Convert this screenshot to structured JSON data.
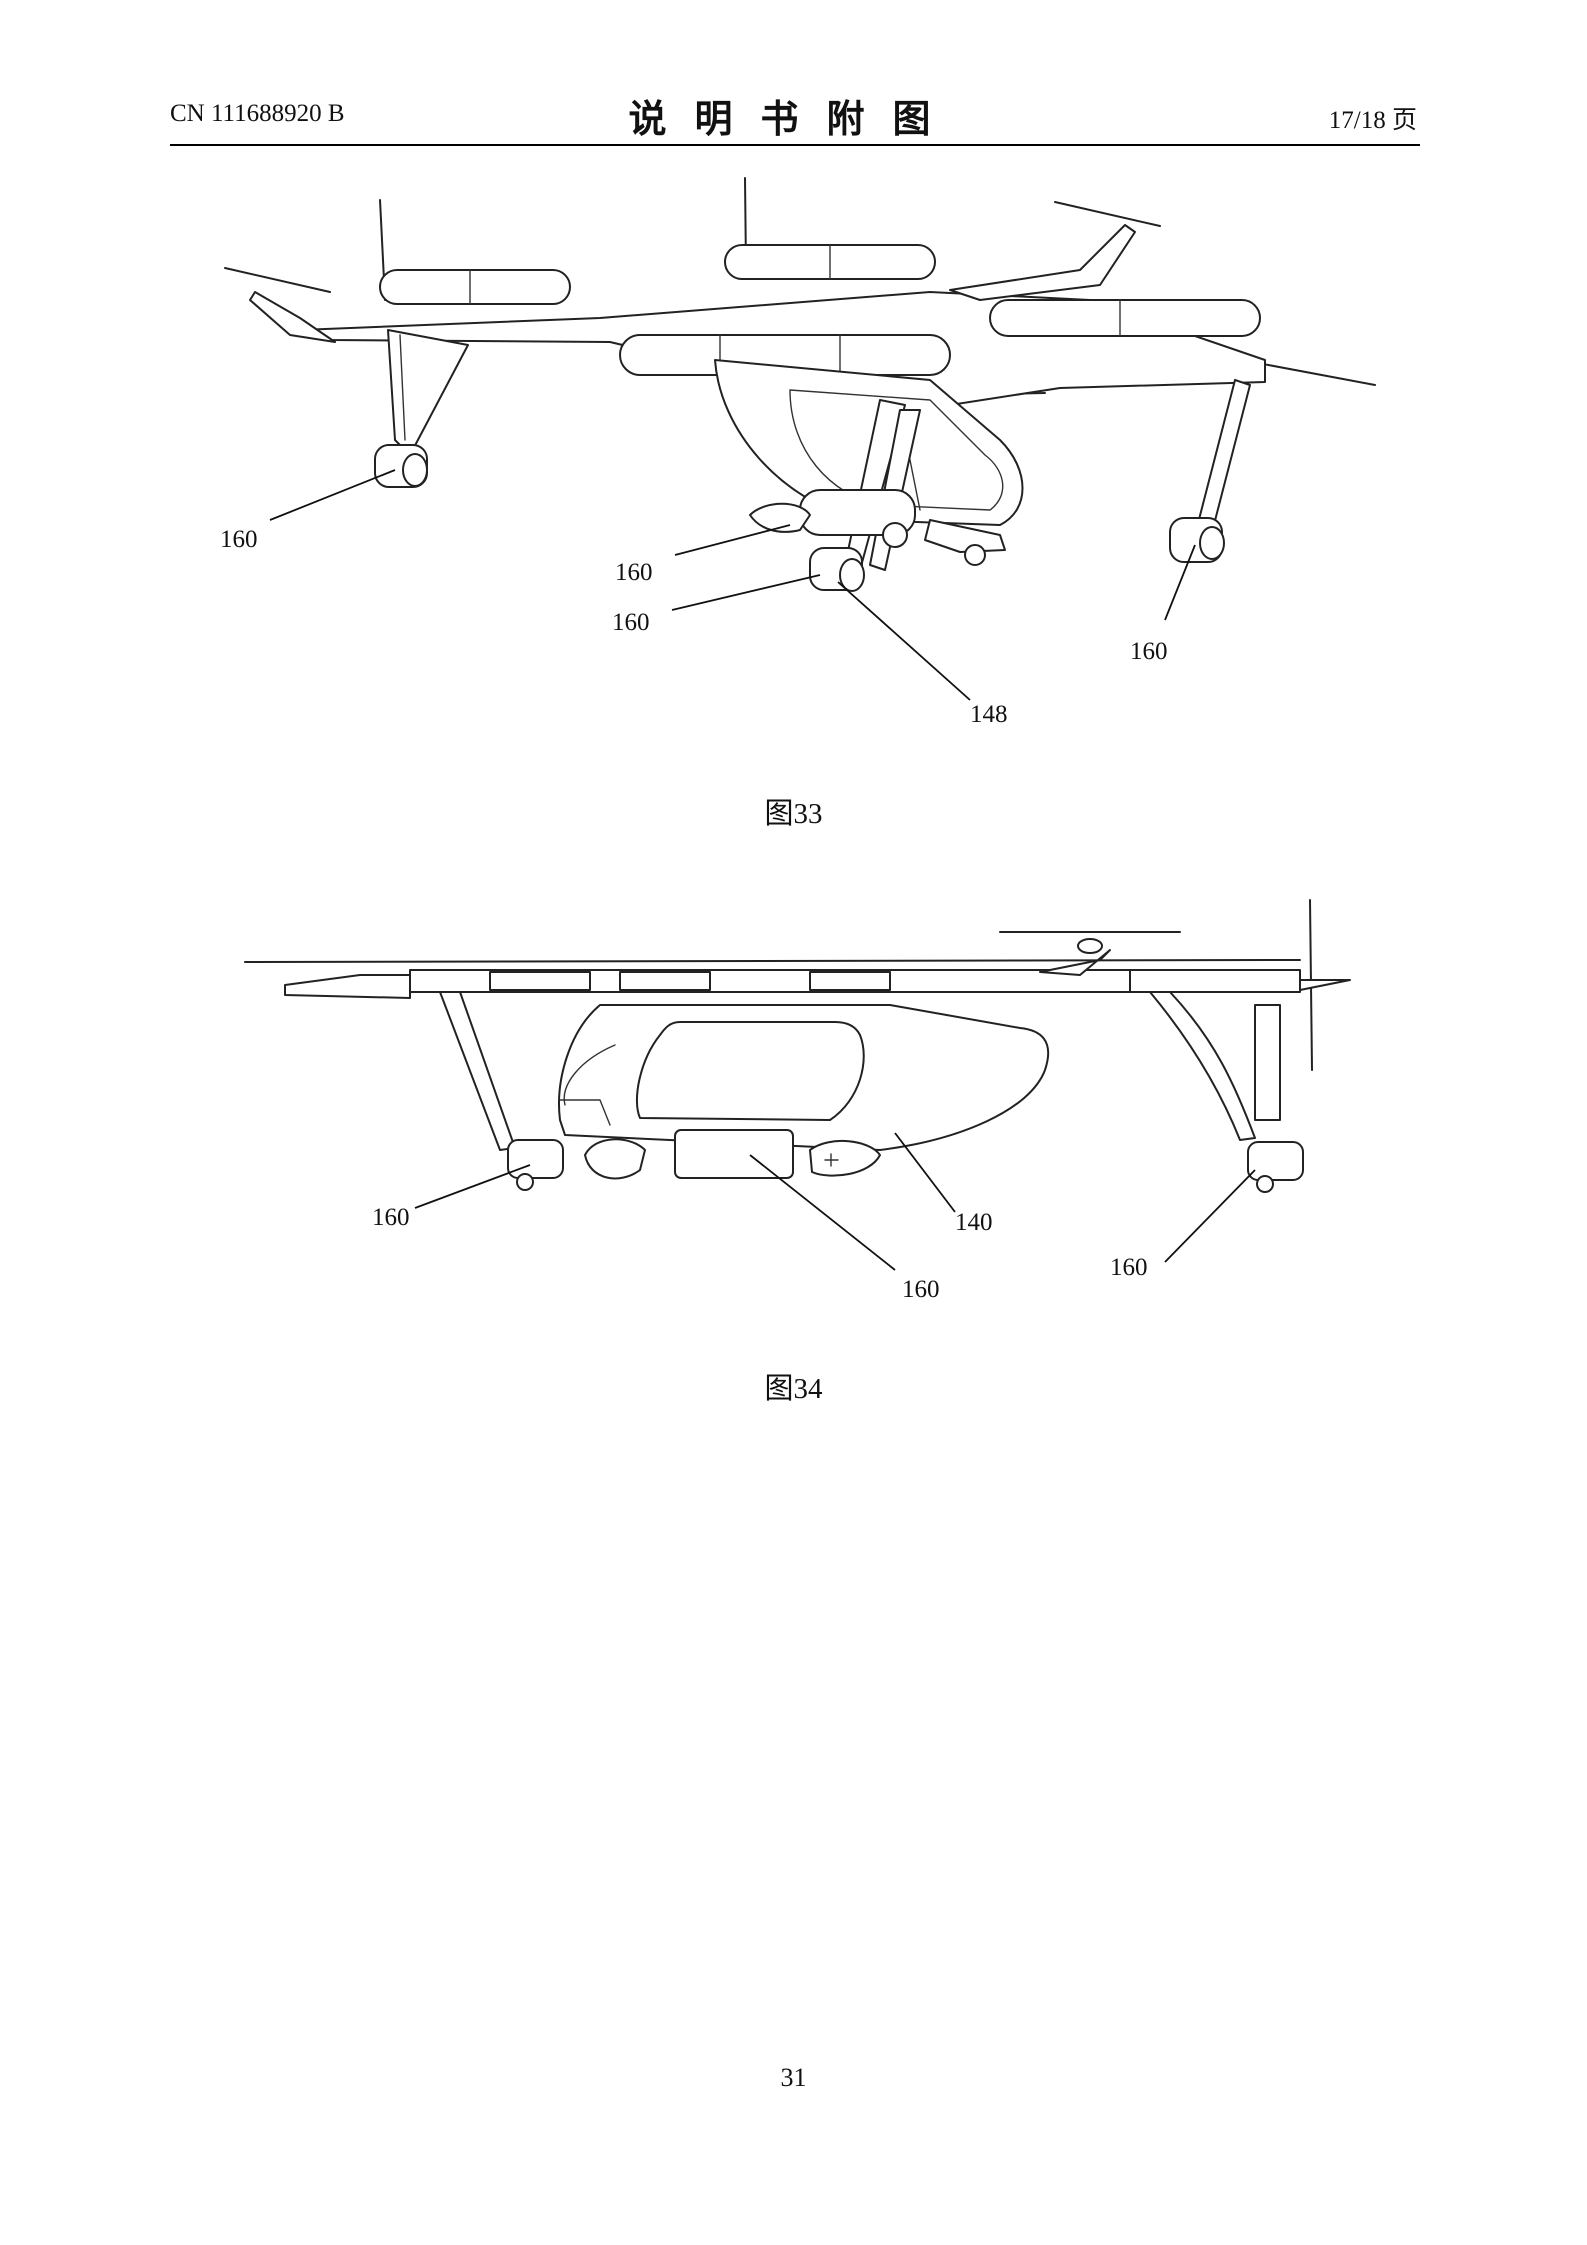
{
  "header": {
    "doc_number": "CN 111688920 B",
    "title": "说明书附图",
    "page_info": "17/18 页"
  },
  "figures": [
    {
      "caption": "图33",
      "labels": [
        "160",
        "160",
        "160",
        "148",
        "160"
      ]
    },
    {
      "caption": "图34",
      "labels": [
        "160",
        "140",
        "160",
        "160"
      ]
    }
  ],
  "footer": {
    "page_number": "31"
  }
}
